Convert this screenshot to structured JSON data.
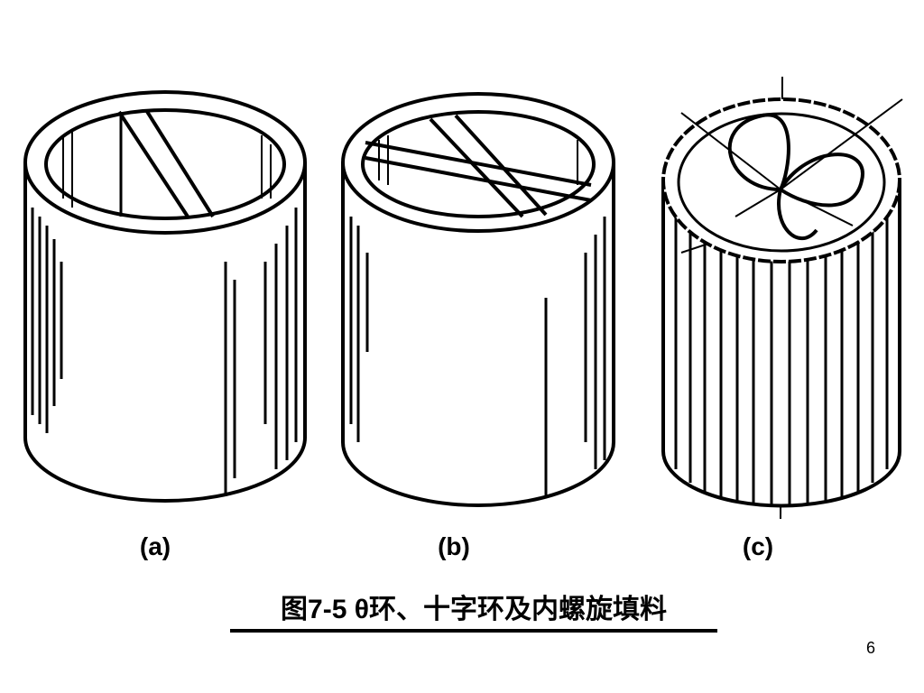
{
  "figures": [
    {
      "label": "(a)",
      "icon": "theta-ring-icon"
    },
    {
      "label": "(b)",
      "icon": "cross-ring-icon"
    },
    {
      "label": "(c)",
      "icon": "internal-spiral-packing-icon"
    }
  ],
  "caption": "图7-5 θ环、十字环及内螺旋填料",
  "page_number": "6",
  "colors": {
    "ink": "#000000",
    "background": "#ffffff"
  }
}
